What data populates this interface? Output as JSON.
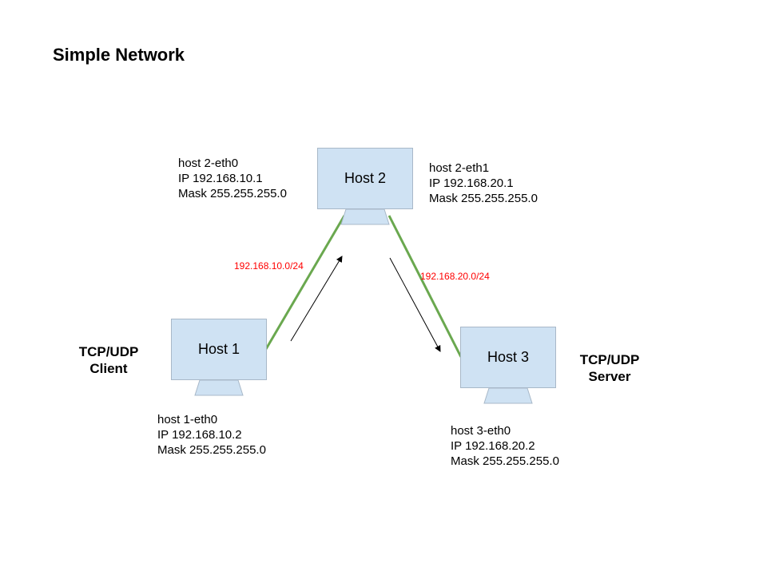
{
  "title": "Simple Network",
  "colors": {
    "screen": "#cfe2f3",
    "screen_border": "#a8b8c8",
    "link": "#6aa84f",
    "subnet_label": "#ff0000",
    "arrow": "#000000"
  },
  "hosts": [
    {
      "id": "host1",
      "name": "Host 1",
      "role": [
        "TCP/UDP",
        "Client"
      ],
      "interfaces": [
        {
          "lines": [
            "host 1-eth0",
            "IP 192.168.10.2",
            "Mask 255.255.255.0"
          ]
        }
      ]
    },
    {
      "id": "host2",
      "name": "Host 2",
      "interfaces": [
        {
          "lines": [
            "host 2-eth0",
            "IP 192.168.10.1",
            "Mask 255.255.255.0"
          ]
        },
        {
          "lines": [
            "host 2-eth1",
            "IP 192.168.20.1",
            "Mask 255.255.255.0"
          ]
        }
      ]
    },
    {
      "id": "host3",
      "name": "Host 3",
      "role": [
        "TCP/UDP",
        "Server"
      ],
      "interfaces": [
        {
          "lines": [
            "host 3-eth0",
            "IP 192.168.20.2",
            "Mask 255.255.255.0"
          ]
        }
      ]
    }
  ],
  "links": [
    {
      "from": "host1",
      "to": "host2",
      "subnet": "192.168.10.0/24"
    },
    {
      "from": "host2",
      "to": "host3",
      "subnet": "192.168.20.0/24"
    }
  ]
}
